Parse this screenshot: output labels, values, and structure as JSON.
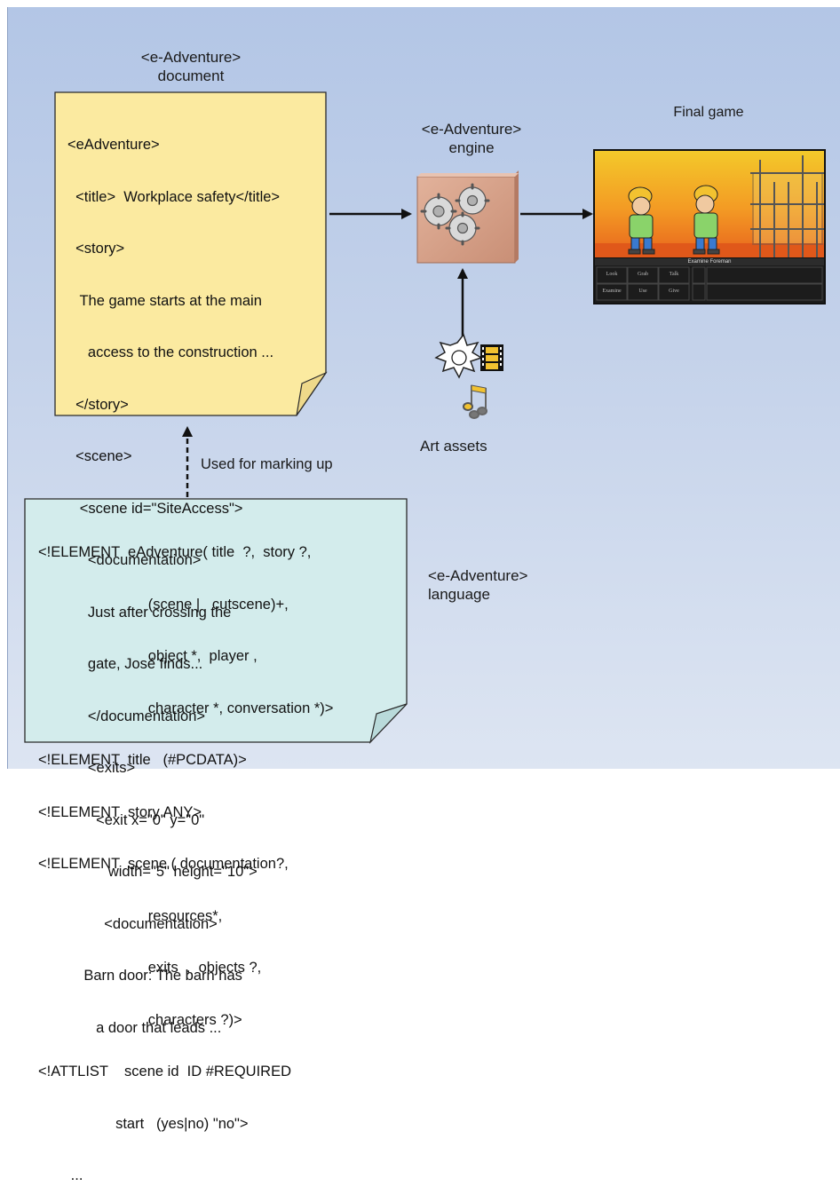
{
  "document_box": {
    "title_lines": [
      "<e-Adventure>",
      "document"
    ],
    "code_lines": [
      "<eAdventure>",
      "  <title>  Workplace safety</title>",
      "  <story>",
      "   The game starts at the main",
      "     access to the construction ...",
      "  </story>",
      "  <scene>",
      "   <scene id=\"SiteAccess\">",
      "     <documentation>",
      "     Just after crossing the",
      "     gate, José finds...",
      "     </documentation>",
      "     <exits>",
      "       <exit x=\"0\" y=\"0\"",
      "          width=\"5\" height=\"10\">",
      "         <documentation>",
      "    Barn door: The barn has",
      "       a door that leads ..."
    ],
    "fill": "#fbeaa0"
  },
  "engine": {
    "title_lines": [
      "<e-Adventure>",
      "engine"
    ],
    "fill": "#d9a48c"
  },
  "final_game": {
    "title": "Final game",
    "status_line": "Examine Foreman",
    "verbs_row1": [
      "Look",
      "Grab",
      "Talk"
    ],
    "verbs_row2": [
      "Examine",
      "Use",
      "Give"
    ]
  },
  "art_assets": {
    "label": "Art assets"
  },
  "markup_arrow": {
    "label": "Used for marking up"
  },
  "language_box": {
    "code_lines": [
      "<!ELEMENT  eAdventure( title  ?,  story ?,",
      "                           (scene |   cutscene)+,",
      "                           object *,  player ,",
      "                           character *, conversation *)>",
      "<!ELEMENT  title   (#PCDATA)>",
      "<!ELEMENT  story ANY>",
      "<!ELEMENT  scene ( documentation?,",
      "                           resources*,",
      "                           exits  ,  objects ?,",
      "                           characters ?)>",
      "<!ATTLIST    scene id  ID #REQUIRED",
      "                   start   (yes|no) \"no\">",
      "        ..."
    ],
    "side_label_lines": [
      "<e-Adventure>",
      "language"
    ],
    "fill": "#d3ecec"
  }
}
